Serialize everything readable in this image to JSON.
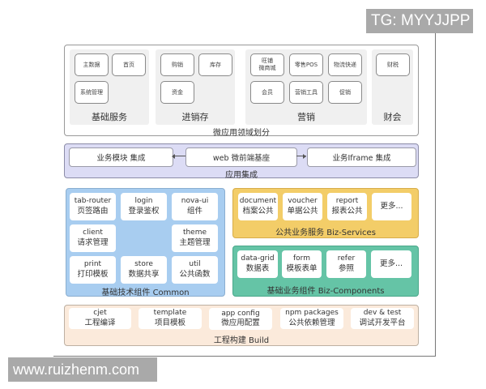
{
  "watermarks": {
    "top_right": "TG: MYYJJPP",
    "bottom_left": "www.ruizhenm.com"
  },
  "micro_domain": {
    "title": "微应用领域划分",
    "groups": [
      {
        "title": "基础服务",
        "items": [
          "主数据",
          "首页",
          "系统管理"
        ]
      },
      {
        "title": "进销存",
        "items": [
          "购销",
          "库存",
          "资金"
        ]
      },
      {
        "title": "营销",
        "items": [
          "旺铺\n微商城",
          "零售POS",
          "物流快递",
          "会员",
          "营销工具",
          "促销"
        ]
      },
      {
        "title": "财会",
        "items": [
          "财税"
        ]
      }
    ]
  },
  "app_integration": {
    "title": "应用集成",
    "items": [
      "业务模块 集成",
      "web 微前端基座",
      "业务Iframe 集成"
    ]
  },
  "common": {
    "title": "基础技术组件 Common",
    "color": "#a8cdf0",
    "items": [
      {
        "en": "tab-router",
        "zh": "页签路由"
      },
      {
        "en": "login",
        "zh": "登录鉴权"
      },
      {
        "en": "nova-ui",
        "zh": "组件"
      },
      {
        "en": "client",
        "zh": "请求管理"
      },
      {
        "en": "theme",
        "zh": "主题管理"
      },
      {
        "en": "print",
        "zh": "打印模板"
      },
      {
        "en": "store",
        "zh": "数据共享"
      },
      {
        "en": "util",
        "zh": "公共函数"
      }
    ]
  },
  "biz_services": {
    "title": "公共业务服务 Biz-Services",
    "color": "#f3cd68",
    "items": [
      {
        "en": "document",
        "zh": "档案公共"
      },
      {
        "en": "voucher",
        "zh": "单据公共"
      },
      {
        "en": "report",
        "zh": "报表公共"
      },
      {
        "en": "",
        "zh": "更多..."
      }
    ]
  },
  "biz_components": {
    "title": "基础业务组件 Biz-Components",
    "color": "#65c4a6",
    "items": [
      {
        "en": "data-grid",
        "zh": "数据表"
      },
      {
        "en": "form",
        "zh": "模板表单"
      },
      {
        "en": "refer",
        "zh": "参照"
      },
      {
        "en": "",
        "zh": "更多..."
      }
    ]
  },
  "build": {
    "title": "工程构建 Build",
    "color": "#fbeadb",
    "items": [
      {
        "en": "cjet",
        "zh": "工程编译"
      },
      {
        "en": "template",
        "zh": "项目模板"
      },
      {
        "en": "app config",
        "zh": "微应用配置"
      },
      {
        "en": "npm packages",
        "zh": "公共依赖管理"
      },
      {
        "en": "dev & test",
        "zh": "调试开发平台"
      }
    ]
  }
}
